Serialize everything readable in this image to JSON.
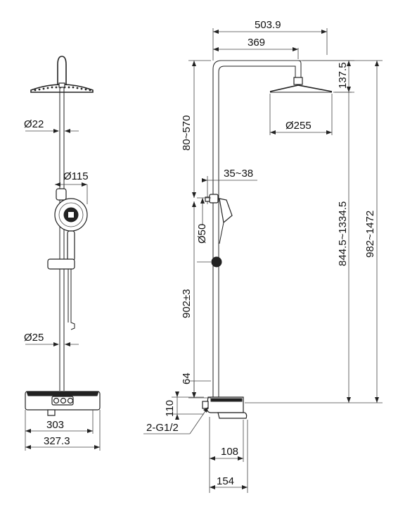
{
  "front_view": {
    "dia_pipe": "Ø22",
    "dia_hand_shower": "Ø115",
    "dia_riser": "Ø25",
    "width_shelf": "303",
    "width_total": "327.3"
  },
  "side_view": {
    "overall_reach": "503.9",
    "head_reach": "369",
    "head_drop": "137.5",
    "head_dia": "Ø255",
    "adjust_range": "80~570",
    "holder_offset": "35~38",
    "holder_dia": "Ø50",
    "holder_height": "902±3",
    "riser_range": "844.5~1334.5",
    "total_height": "982~1472",
    "mount_height": "64",
    "base_height": "110",
    "inlet_thread": "2-G1/2",
    "inlet_depth": "108",
    "base_depth": "154"
  }
}
